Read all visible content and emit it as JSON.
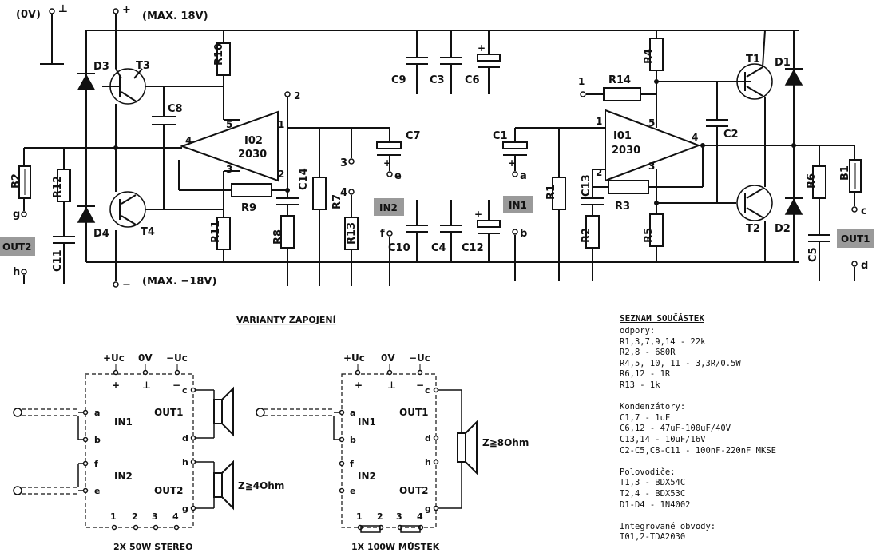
{
  "supply": {
    "ground": "(0V)",
    "pos": "+",
    "neg": "−",
    "max_pos": "(MAX. 18V)",
    "max_neg": "(MAX. −18V)"
  },
  "labels": {
    "R10": "R10",
    "R11": "R11",
    "R12": "R12",
    "R9": "R9",
    "R8": "R8",
    "R7": "R7",
    "R13": "R13",
    "R14": "R14",
    "R4": "R4",
    "R1": "R1",
    "R2": "R2",
    "R3": "R3",
    "R5": "R5",
    "R6": "R6",
    "C8": "C8",
    "C14": "C14",
    "C11": "C11",
    "C9": "C9",
    "C3": "C3",
    "C6": "C6",
    "C7": "C7",
    "C10": "C10",
    "C4": "C4",
    "C12": "C12",
    "C1": "C1",
    "C13": "C13",
    "C2": "C2",
    "C5": "C5",
    "T1": "T1",
    "T2": "T2",
    "T3": "T3",
    "T4": "T4",
    "D1": "D1",
    "D2": "D2",
    "D3": "D3",
    "D4": "D4",
    "B1": "B1",
    "B2": "B2",
    "IO1": "I01",
    "IO2": "I02",
    "chip": "2030",
    "in1": "IN1",
    "in2": "IN2",
    "out1": "OUT1",
    "out2": "OUT2"
  },
  "pins": {
    "p1": "1",
    "p2": "2",
    "p3": "3",
    "p4": "4",
    "p5": "5",
    "t1": "1",
    "t2": "2",
    "t3": "3",
    "t4": "4",
    "a": "a",
    "b": "b",
    "c": "c",
    "d": "d",
    "e": "e",
    "f": "f",
    "g": "g",
    "h": "h",
    "o_a": "o",
    "o_b": "o",
    "o_c": "o",
    "o_d": "o",
    "o_e": "o",
    "o_f": "o",
    "o_g": "o",
    "o_h": "o",
    "o_1": "o",
    "o_2": "o",
    "o_3": "o",
    "o_4": "o"
  },
  "variants": {
    "title": "VARIANTY ZAPOJENÍ",
    "headers": [
      "+Uc",
      "0V",
      "−Uc"
    ],
    "hdr_signs": [
      "+",
      "⊥",
      "−"
    ],
    "box_labels": [
      "IN1",
      "IN2",
      "OUT1",
      "OUT2"
    ],
    "speaker1": "Z≧4Ohm",
    "speaker2": "Z≧8Ohm",
    "cap1": "2X 50W STEREO",
    "cap2": "1X 100W MŮSTEK"
  },
  "parts": {
    "title": "SEZNAM SOUČÁSTEK",
    "lines": [
      "odpory:",
      "R1,3,7,9,14 - 22k",
      "R2,8 - 680R",
      "R4,5, 10, 11 - 3,3R/0.5W",
      "R6,12 - 1R",
      "R13 - 1k",
      "",
      "Kondenzátory:",
      "C1,7 - 1uF",
      "C6,12 - 47uF-100uF/40V",
      "C13,14 - 10uF/16V",
      "C2-C5,C8-C11 - 100nF-220nF MKSE",
      "",
      "Polovodiče:",
      "T1,3 - BDX54C",
      "T2,4 - BDX53C",
      "D1-D4 - 1N4002",
      "",
      "Integrované obvody:",
      "I01,2-TDA2030"
    ]
  }
}
